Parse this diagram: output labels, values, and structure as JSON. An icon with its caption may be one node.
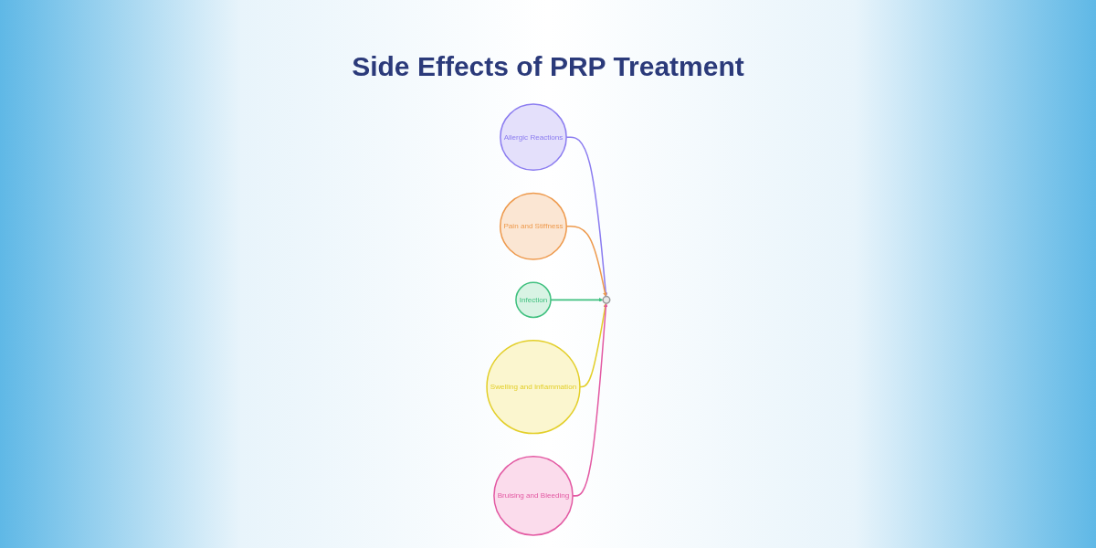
{
  "diagram": {
    "title": "Side Effects of PRP Treatment",
    "nodes": [
      {
        "text": [
          "Allergic Reactions"
        ]
      },
      {
        "text": [
          "Pain and Stiffness"
        ]
      },
      {
        "text": [],
        "shape": "circle"
      },
      {
        "text": [
          "Infection"
        ]
      },
      {
        "text": [
          "Swelling and Inflammation"
        ]
      },
      {
        "text": [
          "Bruising and Bleeding"
        ]
      }
    ],
    "edges": [
      {
        "from": 0,
        "to": 2,
        "arrow": "to",
        "color": "#8b7cf0"
      },
      {
        "from": 1,
        "to": 2,
        "arrow": "to",
        "color": "#ee9a4d"
      },
      {
        "from": 3,
        "to": 2,
        "arrow": "to",
        "color": "#3fc07f"
      },
      {
        "from": 4,
        "to": 2,
        "arrow": "to",
        "color": "#e3cf2a"
      },
      {
        "from": 5,
        "to": 2,
        "arrow": "to",
        "color": "#e35aa3"
      }
    ]
  }
}
